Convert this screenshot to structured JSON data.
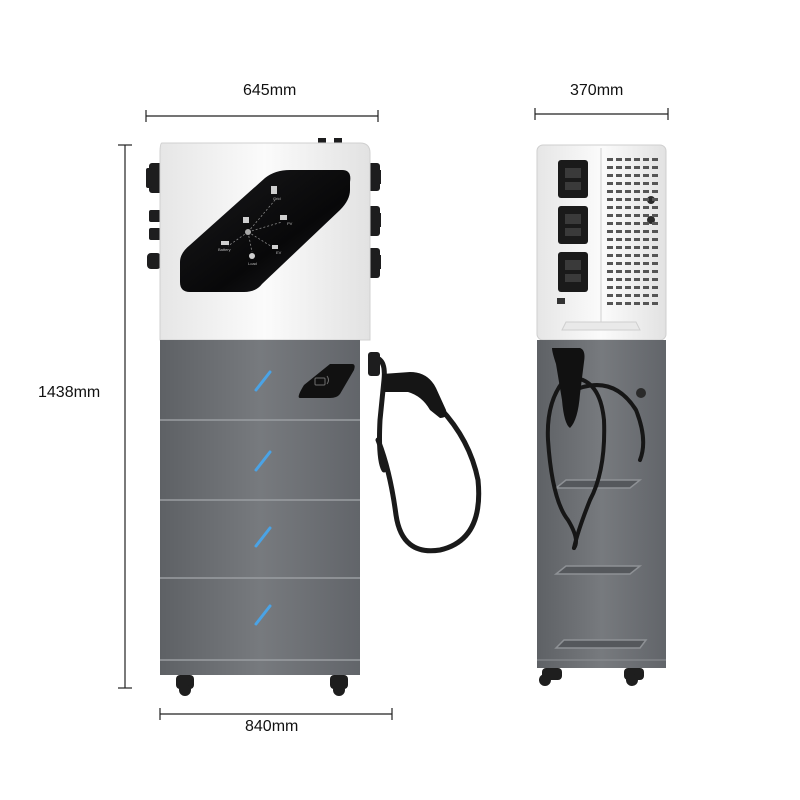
{
  "dimensions": {
    "front_width": "645mm",
    "side_width": "370mm",
    "height": "1438mm",
    "base_width": "840mm"
  },
  "screen": {
    "labels": {
      "grid": "Grid",
      "pv": "PV",
      "battery": "Battery",
      "load": "Load",
      "ev": "EV"
    }
  },
  "colors": {
    "cabinet_gray": "#6f7276",
    "top_white": "#f2f2f2",
    "screen_black": "#0c0c0d",
    "led_blue": "#4aa3e6",
    "cable": "#1a1a1a"
  },
  "icons": {
    "rfid": "rfid-card-icon",
    "led": "led-indicator-icon"
  }
}
